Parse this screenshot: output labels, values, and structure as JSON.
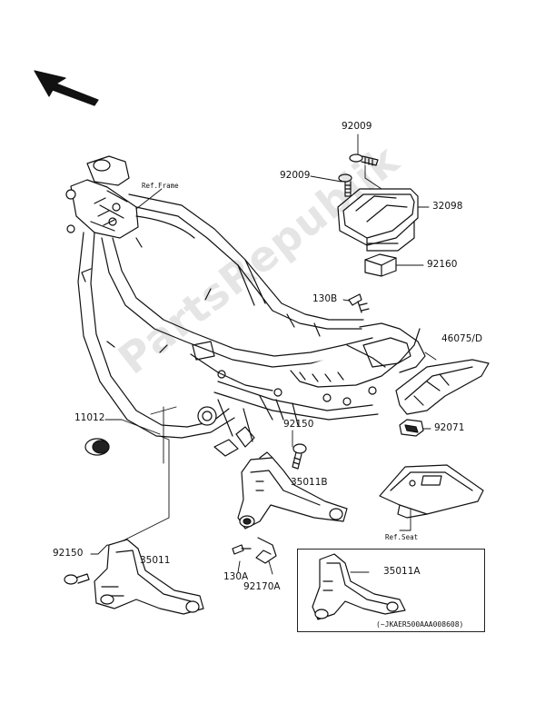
{
  "labels": {
    "p92009_top": "92009",
    "p92009_left": "92009",
    "p32098": "32098",
    "p92160": "92160",
    "p130B": "130B",
    "p46075D": "46075/D",
    "p11012": "11012",
    "p92150_mid": "92150",
    "p92071": "92071",
    "p35011B": "35011B",
    "p92150_left": "92150",
    "p35011": "35011",
    "p130A": "130A",
    "p92170A": "92170A",
    "p35011A": "35011A"
  },
  "refs": {
    "frame": "Ref.Frame",
    "seat": "Ref.Seat"
  },
  "diagram_code": "(~JKAER500AAA008608)",
  "watermark": "PartsRepublik"
}
